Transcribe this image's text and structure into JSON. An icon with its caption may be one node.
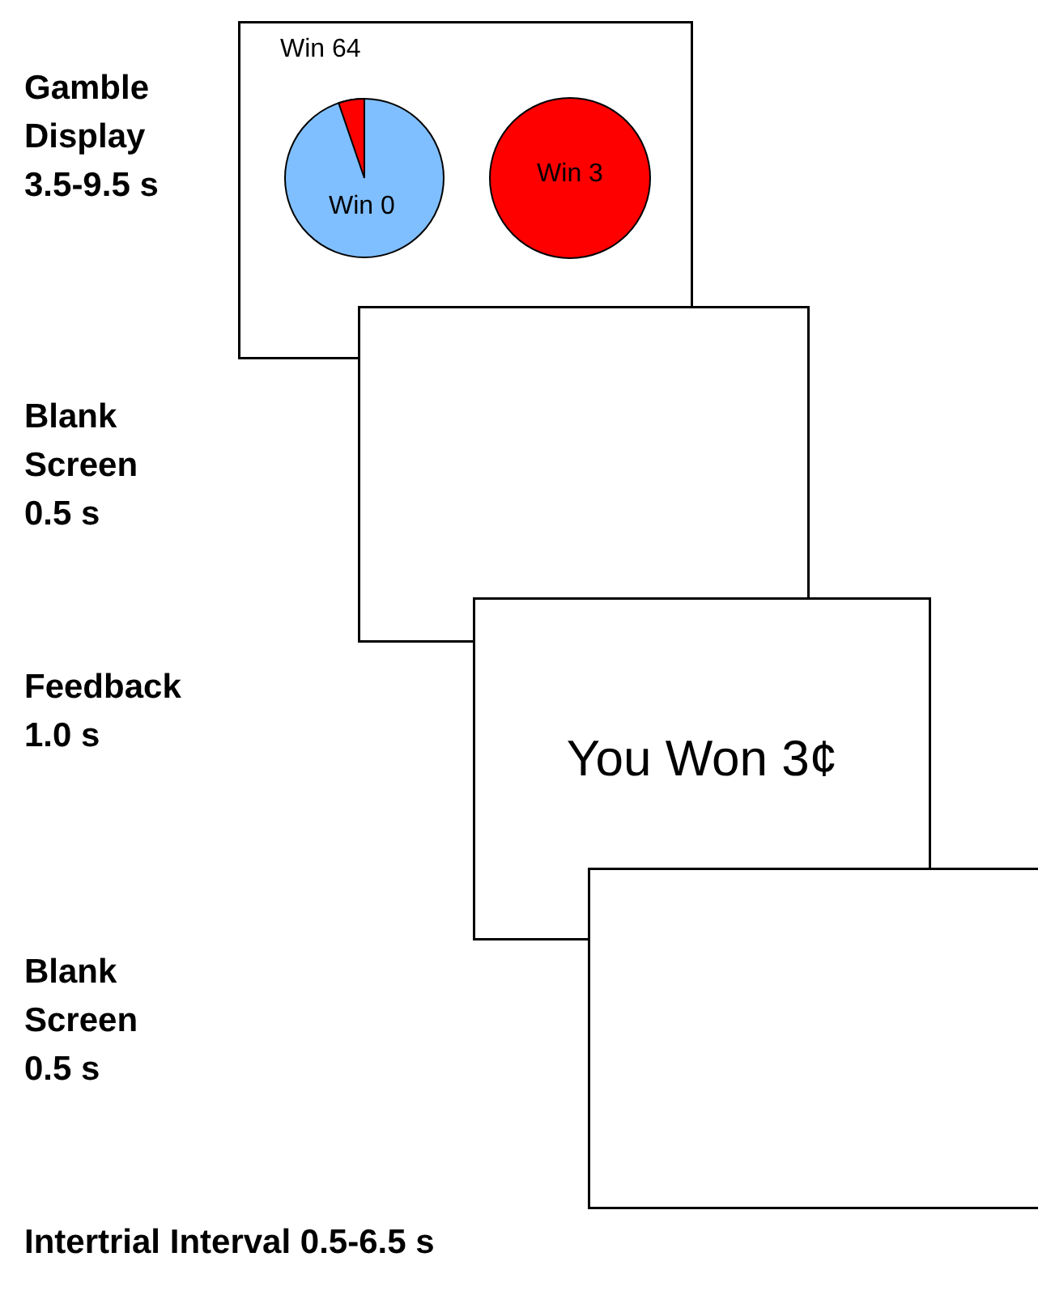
{
  "diagram": {
    "nodes": [
      {
        "text": [],
        "shape": "box"
      },
      {
        "text": [
          "Win 64",
          "Win 0"
        ],
        "in": 0
      },
      {
        "text": [
          "Win 3"
        ],
        "in": 0
      },
      {
        "text": [],
        "shape": "box"
      },
      {
        "text": [
          "You Won 3¢"
        ]
      },
      {
        "text": [],
        "shape": "box"
      }
    ],
    "edges": [],
    "labels": [
      "Gamble Display 3.5-9.5 s",
      "Blank Screen 0.5 s",
      "Feedback 1.0 s",
      "Blank Screen 0.5 s",
      "Intertrial Interval 0.5-6.5 s"
    ]
  }
}
